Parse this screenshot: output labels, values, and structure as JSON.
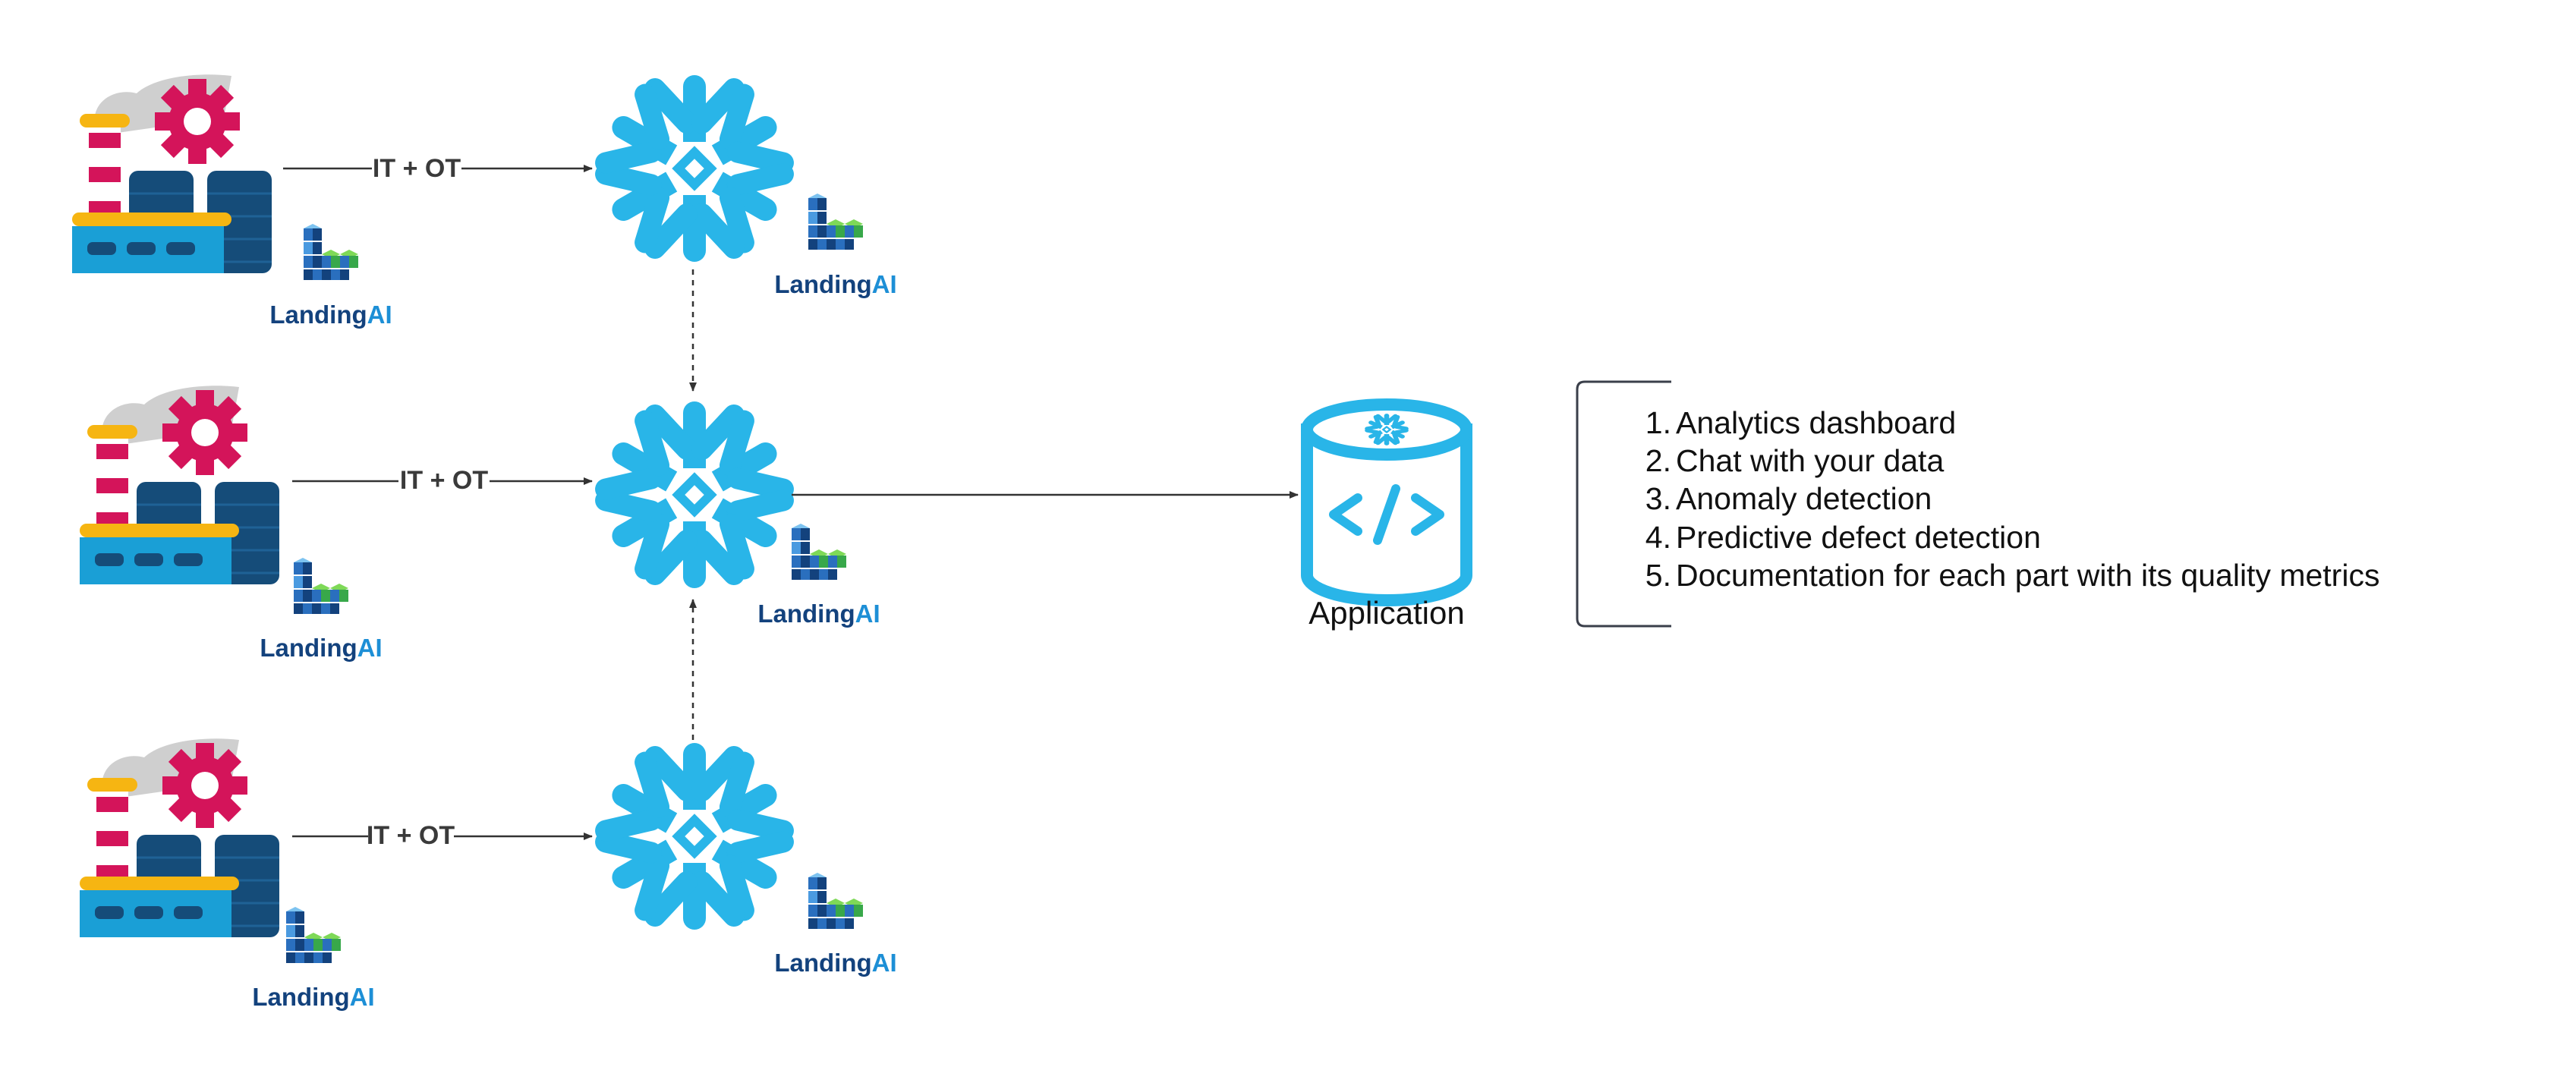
{
  "flow_label": "IT + OT",
  "brand": {
    "part1": "Landing",
    "part2": "AI"
  },
  "application": {
    "label": "Application"
  },
  "use_cases": [
    {
      "num": "1.",
      "text": "Analytics dashboard"
    },
    {
      "num": "2.",
      "text": "Chat with your data"
    },
    {
      "num": "3.",
      "text": "Anomaly detection"
    },
    {
      "num": "4.",
      "text": "Predictive defect detection"
    },
    {
      "num": "5.",
      "text": "Documentation for each part with its quality metrics"
    }
  ],
  "colors": {
    "snowflake": "#29b5e8",
    "brand_dark": "#13427d",
    "brand_light": "#1d8fd6",
    "factory_blue": "#1a9fd6",
    "factory_navy": "#154c79",
    "gear": "#d4145a",
    "accent_yellow": "#f6b512",
    "connector": "#333333",
    "icons": [
      "factory-icon",
      "gear-icon",
      "snowflake-icon",
      "landingai-logo",
      "application-database-icon"
    ]
  }
}
